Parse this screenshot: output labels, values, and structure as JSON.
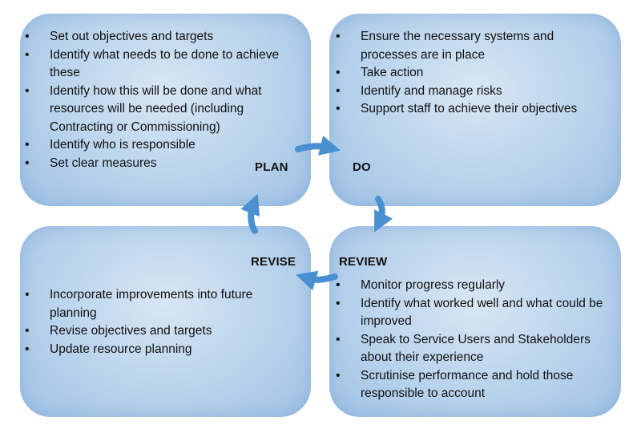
{
  "plan": {
    "label": "PLAN",
    "items": [
      "Set out objectives and targets",
      "Identify what needs to be done to achieve these",
      "Identify how this will be done and what resources will be needed (including Contracting or Commissioning)",
      "Identify who is responsible",
      "Set clear measures"
    ]
  },
  "do": {
    "label": "DO",
    "items": [
      "Ensure the necessary systems and processes are in place",
      "Take action",
      "Identify and manage risks",
      "Support staff to achieve their objectives"
    ]
  },
  "revise": {
    "label": "REVISE",
    "items": [
      "Incorporate improvements into future planning",
      "Revise objectives and targets",
      "Update resource planning"
    ]
  },
  "review": {
    "label": "REVIEW",
    "items": [
      "Monitor progress regularly",
      "Identify what worked well and what could be improved",
      "Speak to Service Users and Stakeholders about their experience",
      "Scrutinise performance and hold those responsible to account"
    ]
  },
  "colors": {
    "panel": "#b9d3ec",
    "arrow": "#4a90d0"
  }
}
